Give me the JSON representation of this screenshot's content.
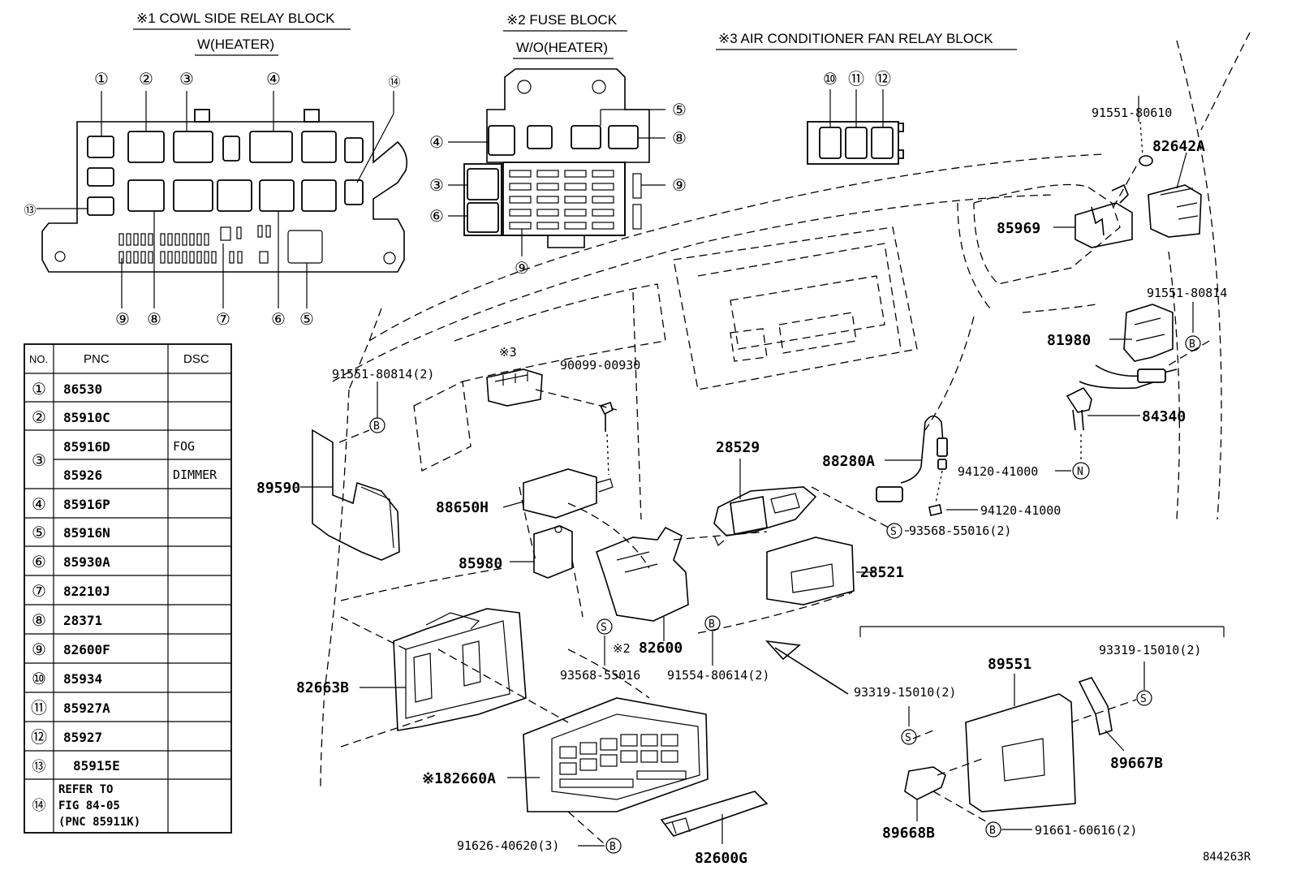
{
  "diagram": {
    "titles": {
      "cowl_block": "※1 COWL SIDE RELAY BLOCK",
      "cowl_sub": "W(HEATER)",
      "fuse_block": "※2 FUSE BLOCK",
      "fuse_sub": "W/O(HEATER)",
      "ac_block": "※3 AIR CONDITIONER FAN RELAY BLOCK"
    },
    "circled_numbers": [
      "①",
      "②",
      "③",
      "④",
      "⑤",
      "⑥",
      "⑦",
      "⑧",
      "⑨",
      "⑩",
      "⑪",
      "⑫",
      "⑬",
      "⑭"
    ],
    "table": {
      "headers": [
        "NO.",
        "PNC",
        "DSC"
      ],
      "rows": [
        {
          "no": "①",
          "pnc": "86530",
          "dsc": ""
        },
        {
          "no": "②",
          "pnc": "85910C",
          "dsc": ""
        },
        {
          "no": "③",
          "pnc": "85916D",
          "dsc": "FOG"
        },
        {
          "no": "",
          "pnc": "85926",
          "dsc": "DIMMER"
        },
        {
          "no": "④",
          "pnc": "85916P",
          "dsc": ""
        },
        {
          "no": "⑤",
          "pnc": "85916N",
          "dsc": ""
        },
        {
          "no": "⑥",
          "pnc": "85930A",
          "dsc": ""
        },
        {
          "no": "⑦",
          "pnc": "82210J",
          "dsc": ""
        },
        {
          "no": "⑧",
          "pnc": "28371",
          "dsc": ""
        },
        {
          "no": "⑨",
          "pnc": "82600F",
          "dsc": ""
        },
        {
          "no": "⑩",
          "pnc": "85934",
          "dsc": ""
        },
        {
          "no": "⑪",
          "pnc": "85927A",
          "dsc": ""
        },
        {
          "no": "⑫",
          "pnc": "85927",
          "dsc": ""
        },
        {
          "no": "⑬",
          "pnc": "85915E",
          "dsc": ""
        },
        {
          "no": "⑭",
          "pnc": "REFER TO",
          "pnc2": "FIG 84-05",
          "pnc3": "(PNC 85911K)",
          "dsc": ""
        }
      ]
    },
    "parts": {
      "p91551_80610": "91551-80610",
      "p82642A": "82642A",
      "p85969": "85969",
      "p91551_80814": "91551-80814",
      "p81980": "81980",
      "p84340": "84340",
      "p94120_41000a": "94120-41000",
      "p94120_41000b": "94120-41000",
      "p93568_55016_2": "93568-55016(2)",
      "p88280A": "88280A",
      "p28529": "28529",
      "p28521": "28521",
      "p90099_00930": "90099-00930",
      "p91551_80814_2": "91551-80814(2)",
      "p89590": "89590",
      "p88650H": "88650H",
      "p85980": "85980",
      "p82600": "82600",
      "p93568_55016": "93568-55016",
      "p91554_80614_2": "91554-80614(2)",
      "p82663B": "82663B",
      "p82660A": "※182660A",
      "p91626_40620_3": "91626-40620(3)",
      "p82600G": "82600G",
      "p93319_15010_2a": "93319-15010(2)",
      "p93319_15010_2b": "93319-15010(2)",
      "p89551": "89551",
      "p89667B": "89667B",
      "p89668B": "89668B",
      "p91661_60616_2": "91661-60616(2)",
      "star3": "※3",
      "star2": "※2"
    },
    "letters": {
      "B": "B",
      "S": "S",
      "N": "N"
    },
    "fig_code": "844263R"
  }
}
